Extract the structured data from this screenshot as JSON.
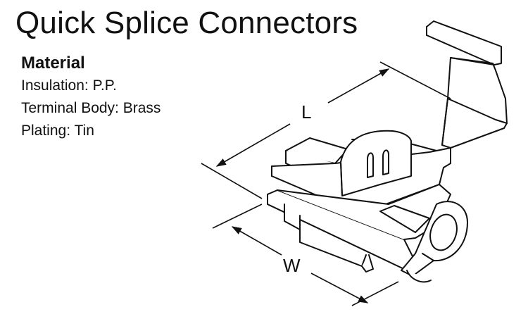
{
  "title": "Quick Splice Connectors",
  "material": {
    "heading": "Material",
    "lines": [
      "Insulation: P.P.",
      "Terminal Body: Brass",
      "Plating: Tin"
    ]
  },
  "diagram": {
    "label_length": "L",
    "label_width": "W"
  },
  "colors": {
    "ink": "#111111",
    "background": "#ffffff"
  }
}
